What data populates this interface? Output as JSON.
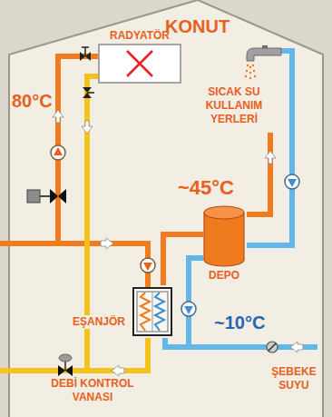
{
  "diagram": {
    "nodes": [
      {
        "text": [
          "KONUT"
        ]
      },
      {
        "text": [
          "RADYATÖR"
        ],
        "in": 0
      },
      {
        "text": [
          "SICAK SU KULLANIM YERLERİ"
        ],
        "in": 0
      },
      {
        "text": [
          "DEPO"
        ],
        "in": 0
      },
      {
        "text": [
          "EŞANJÖR"
        ],
        "in": 0
      },
      {
        "text": [
          "DEBİ KONTROL VANASI"
        ],
        "in": 0
      }
    ],
    "edges": [
      {
        "from": 4,
        "to": 3,
        "arrow": "none"
      },
      {
        "from": 3,
        "to": 2,
        "arrow": "none"
      },
      {
        "from": 2,
        "to": 3,
        "arrow": "none"
      },
      {
        "from": 4,
        "to": 3,
        "arrow": "none"
      },
      {
        "from": 1,
        "to": 5,
        "arrow": "none"
      },
      {
        "from": 4,
        "to": 5,
        "arrow": "none"
      }
    ],
    "labels": [
      "80°C",
      "~45°C",
      "~10°C",
      "ŞEBEKE SUYU"
    ]
  }
}
